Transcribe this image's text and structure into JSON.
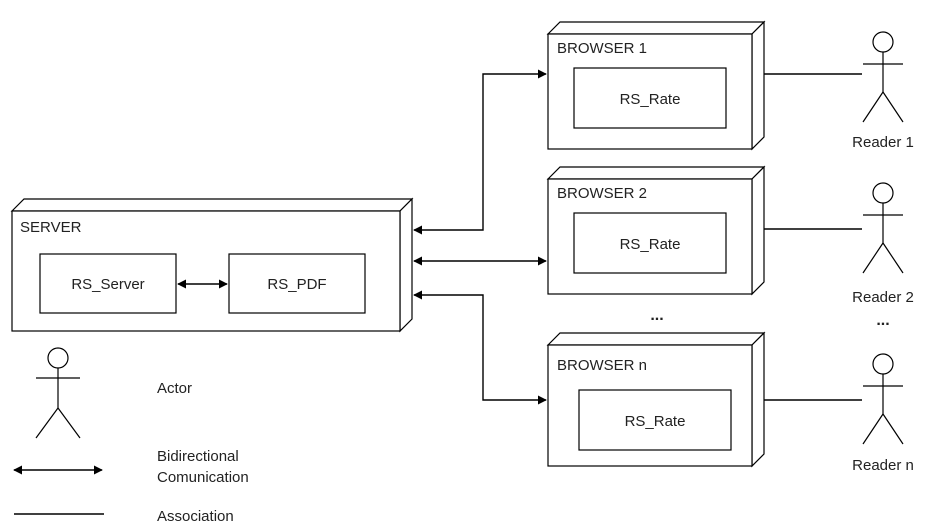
{
  "server": {
    "title": "SERVER",
    "components": [
      "RS_Server",
      "RS_PDF"
    ]
  },
  "browsers": [
    {
      "title": "BROWSER 1",
      "component": "RS_Rate",
      "reader": "Reader 1"
    },
    {
      "title": "BROWSER 2",
      "component": "RS_Rate",
      "reader": "Reader 2"
    },
    {
      "title": "BROWSER n",
      "component": "RS_Rate",
      "reader": "Reader n"
    }
  ],
  "ellipsis": "...",
  "legend": {
    "actor": "Actor",
    "bidirectional_line1": "Bidirectional",
    "bidirectional_line2": "Comunication",
    "association": "Association"
  }
}
